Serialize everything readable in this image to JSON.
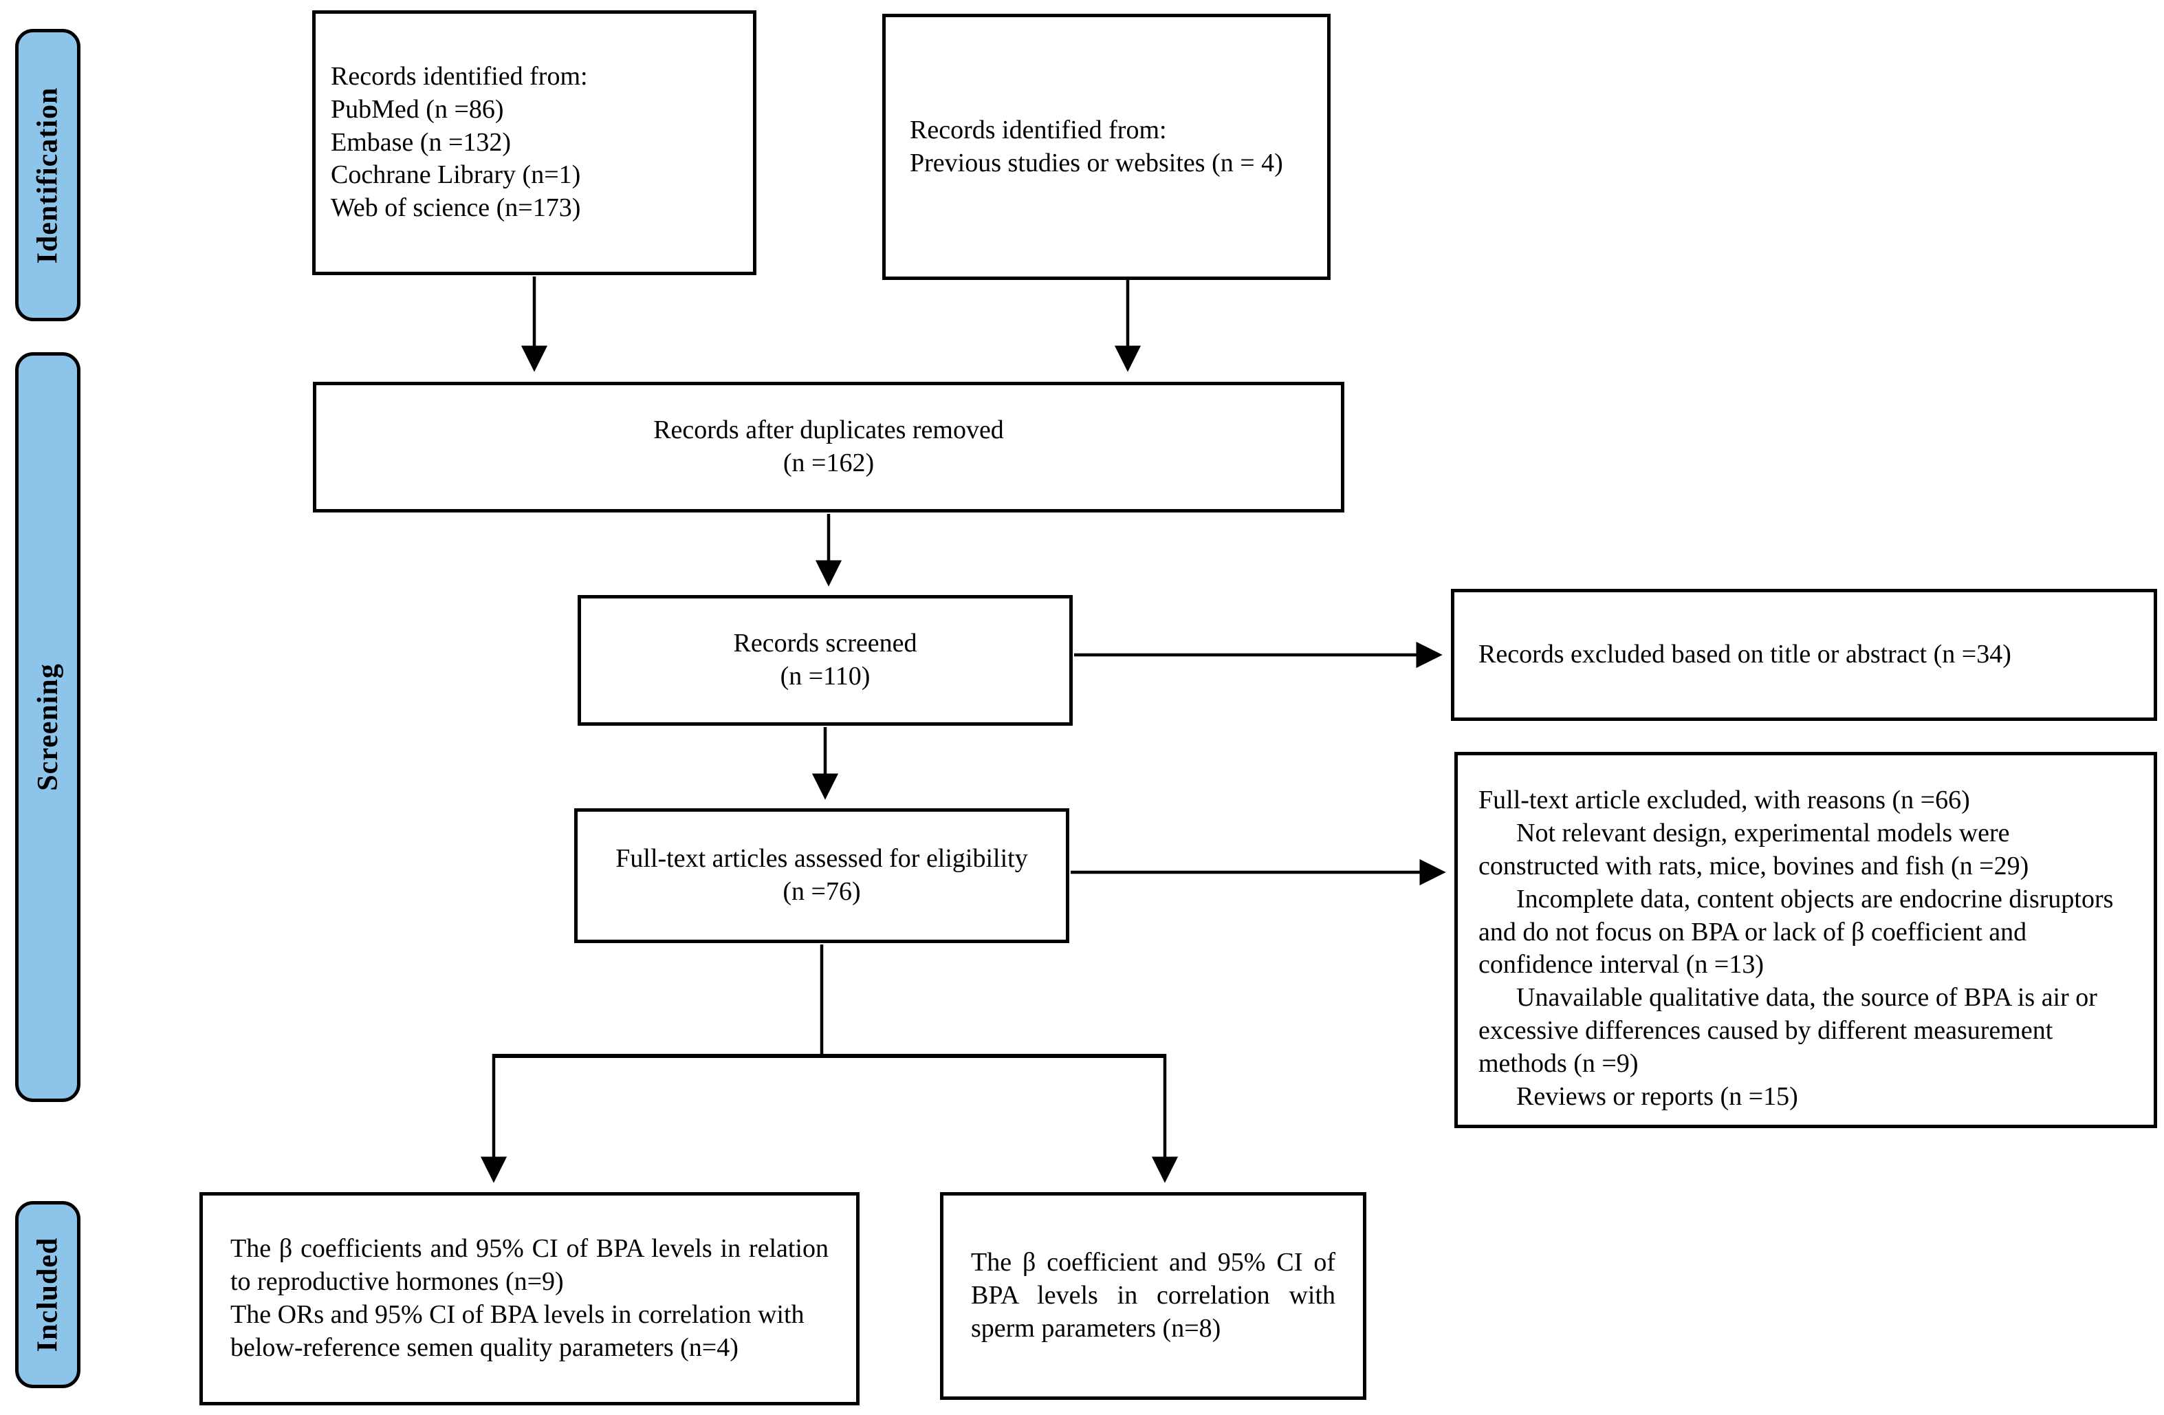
{
  "colors": {
    "stage_fill": "#8CC5E9",
    "stage_border": "#000000",
    "box_fill": "#FFFFFF",
    "box_border": "#000000",
    "arrow": "#000000",
    "text": "#000000",
    "background": "#FFFFFF"
  },
  "stages": {
    "identification": "Identification",
    "screening": "Screening",
    "included": "Included"
  },
  "boxes": {
    "sources_db": {
      "lines": [
        "Records identified from:",
        "PubMed (n =86)",
        "Embase (n =132)",
        "Cochrane Library (n=1)",
        "Web of science (n=173)"
      ]
    },
    "sources_other": {
      "lines": [
        "Records identified from:",
        "Previous studies or websites (n = 4)"
      ]
    },
    "duplicates_removed": {
      "lines": [
        "Records after duplicates removed",
        "(n =162)"
      ]
    },
    "records_screened": {
      "lines": [
        "Records screened",
        "(n =110)"
      ]
    },
    "excluded_title_abstract": {
      "text": "Records excluded based on title or abstract (n =34)"
    },
    "fulltext_assessed": {
      "lines": [
        "Full-text articles assessed for eligibility",
        "(n =76)"
      ]
    },
    "fulltext_excluded": {
      "paragraphs": [
        "Full-text article excluded, with reasons (n =66)",
        "Not relevant design, experimental models were constructed with rats, mice, bovines and fish (n =29)",
        "Incomplete data, content objects are endocrine disruptors and do not focus on BPA or lack of β coefficient and confidence interval (n =13)",
        "Unavailable qualitative data, the source of BPA is air or excessive differences caused by different measurement methods (n =9)",
        "Reviews or reports (n =15)"
      ]
    },
    "included_hormones": {
      "paragraphs": [
        "The β coefficients and 95% CI of BPA levels in relation to reproductive hormones (n=9)",
        "The ORs and 95% CI of BPA levels in correlation with below-reference semen quality parameters (n=4)"
      ]
    },
    "included_sperm": {
      "text": "The β coefficient and 95% CI of BPA levels in correlation with sperm parameters (n=8)"
    }
  }
}
